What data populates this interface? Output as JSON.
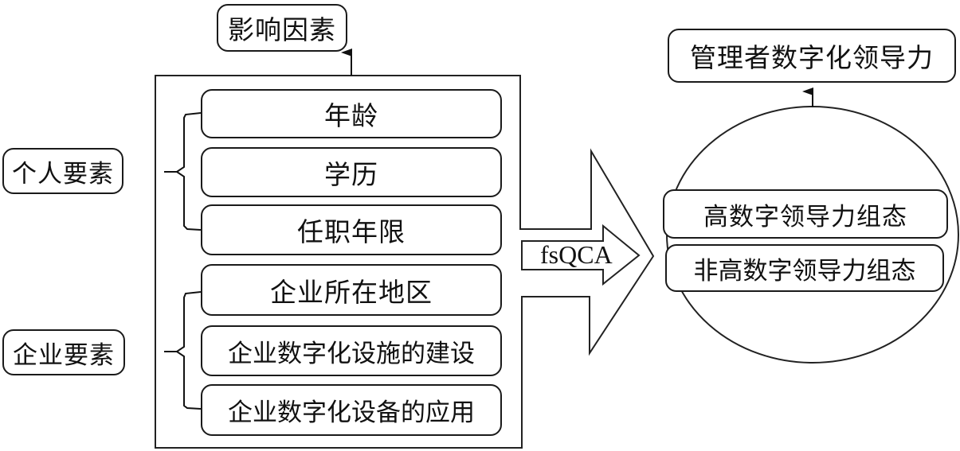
{
  "diagram": {
    "influence_factors": "影响因素",
    "personal_group": {
      "label": "个人要素",
      "items": [
        "年龄",
        "学历",
        "任职年限"
      ]
    },
    "enterprise_group": {
      "label": "企业要素",
      "items": [
        "企业所在地区",
        "企业数字化设施的建设",
        "企业数字化设备的应用"
      ]
    },
    "method": "fsQCA",
    "outcome": "管理者数字化领导力",
    "configurations": [
      "高数字领导力组态",
      "非高数字领导力组态"
    ]
  }
}
